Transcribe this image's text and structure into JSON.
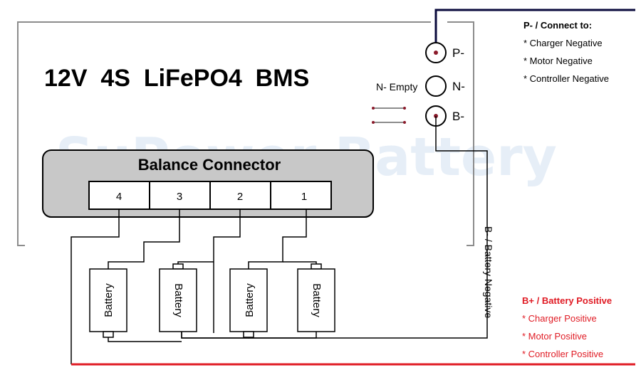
{
  "title": "12V  4S  LiFePO4  BMS",
  "watermark": "SuPower Battery",
  "balance_connector": {
    "label": "Balance Connector",
    "pins": [
      "4",
      "3",
      "2",
      "1"
    ]
  },
  "terminals": {
    "p_label": "P-",
    "n_label": "N-",
    "b_label": "B-",
    "n_note": "N- Empty"
  },
  "batteries": [
    "Battery",
    "Battery",
    "Battery",
    "Battery"
  ],
  "p_notes": {
    "heading": "P- / Connect to:",
    "items": [
      "* Charger Negative",
      "* Motor Negative",
      "* Controller Negative"
    ]
  },
  "b_minus_label": "B- / Battery Negative",
  "b_plus_notes": {
    "heading": "B+ / Battery Positive",
    "items": [
      "* Charger Positive",
      "* Motor Positive",
      "* Controller Positive"
    ]
  },
  "colors": {
    "wire": "#000000",
    "frame": "#8c8c8c",
    "p_wire": "#0a0a3c",
    "positive": "#e01b24",
    "terminal_dot": "#8b1a2b",
    "connector_fill": "#c8c8c8"
  }
}
